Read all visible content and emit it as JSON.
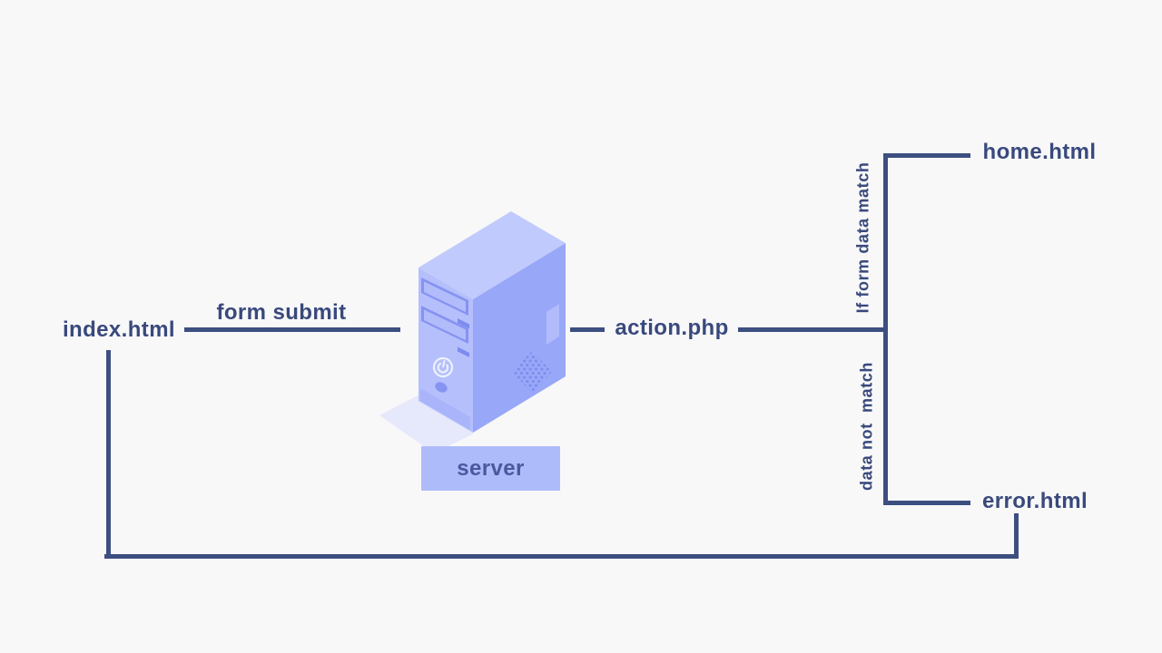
{
  "colors": {
    "background": "#f8f8f9",
    "ink": "#3d4f81",
    "text": "#39497c",
    "server_top": "#c1cafd",
    "server_front": "#b5bffc",
    "server_side": "#98a7f8",
    "server_bay": "#b2bcfb",
    "server_accent": "#8693f1",
    "server_dark": "#7e8bee",
    "server_power": "#eef2fe",
    "server_band": "#a9b4fa",
    "server_shadow": "#e6e9fb",
    "label_bg": "#aebbfa",
    "label_text": "#4b589e"
  },
  "diagram": {
    "nodes": {
      "index_page": "index.html",
      "action_page": "action.php",
      "home_page": "home.html",
      "error_page": "error.html",
      "server_caption": "server"
    },
    "edges": {
      "form_submit": "form submit",
      "match_branch": "If form data match",
      "no_match_branch": "data not  match"
    }
  }
}
